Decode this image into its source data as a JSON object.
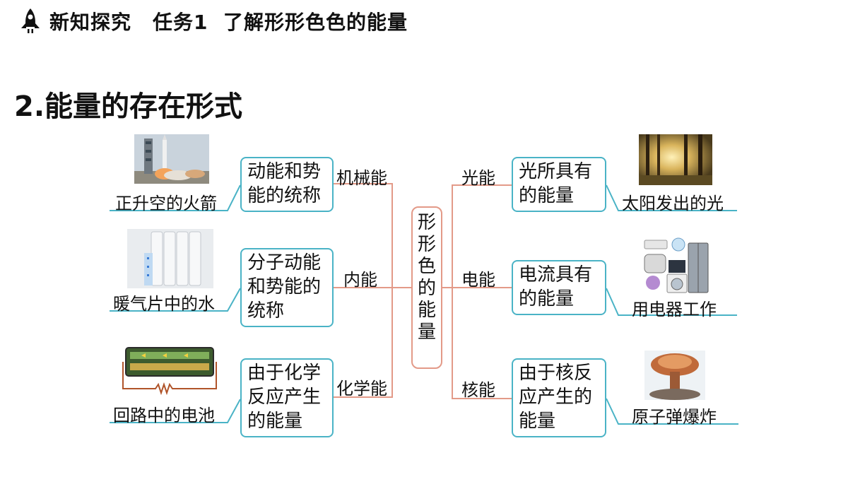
{
  "header": {
    "section": "新知探究",
    "task": "任务1",
    "task_title": "了解形形色色的能量"
  },
  "section_title": "2.能量的存在形式",
  "center": {
    "chars": [
      "形",
      "形",
      "色",
      "的",
      "能",
      "量"
    ]
  },
  "left": [
    {
      "label": "机械能",
      "description": "动能和势能的统称",
      "caption": "正升空的火箭"
    },
    {
      "label": "内能",
      "description": "分子动能和势能的统称",
      "caption": "暖气片中的水"
    },
    {
      "label": "化学能",
      "description": "由于化学反应产生的能量",
      "caption": "回路中的电池"
    }
  ],
  "right": [
    {
      "label": "光能",
      "description": "光所具有的能量",
      "caption": "太阳发出的光"
    },
    {
      "label": "电能",
      "description": "电流具有的能量",
      "caption": "用电器工作"
    },
    {
      "label": "核能",
      "description": "由于核反应产生的能量",
      "caption": "原子弹爆炸"
    }
  ],
  "colors": {
    "box_border": "#4ab3c6",
    "center_border": "#e39a88",
    "branch_line": "#e39a88",
    "caption_line": "#4ab3c6"
  },
  "icons": {
    "header": "rocket-icon"
  }
}
